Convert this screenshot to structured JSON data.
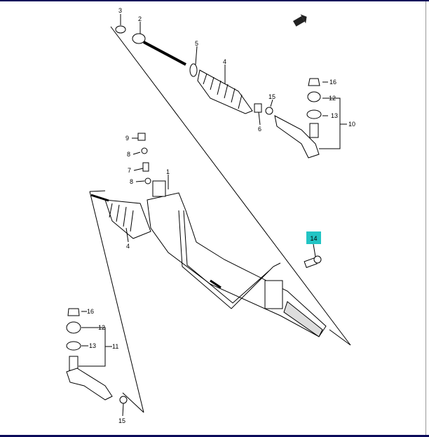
{
  "diagram": {
    "title": "Steering gear rack assembly",
    "highlight_color": "#22c4c4",
    "callouts": [
      {
        "id": "c3a",
        "label": "3"
      },
      {
        "id": "c2a",
        "label": "2"
      },
      {
        "id": "c5",
        "label": "5"
      },
      {
        "id": "c4a",
        "label": "4"
      },
      {
        "id": "c15a",
        "label": "15"
      },
      {
        "id": "c6",
        "label": "6"
      },
      {
        "id": "c16a",
        "label": "16"
      },
      {
        "id": "c12a",
        "label": "12"
      },
      {
        "id": "c13a",
        "label": "13"
      },
      {
        "id": "c10",
        "label": "10"
      },
      {
        "id": "c9",
        "label": "9"
      },
      {
        "id": "c8a",
        "label": "8"
      },
      {
        "id": "c7",
        "label": "7"
      },
      {
        "id": "c8b",
        "label": "8"
      },
      {
        "id": "c1",
        "label": "1"
      },
      {
        "id": "c4b",
        "label": "4"
      },
      {
        "id": "c16b",
        "label": "16"
      },
      {
        "id": "c12b",
        "label": "12"
      },
      {
        "id": "c13b",
        "label": "13"
      },
      {
        "id": "c11",
        "label": "11"
      },
      {
        "id": "c15b",
        "label": "15"
      }
    ],
    "highlighted_callout": "14",
    "front_icon": "front-arrow-icon"
  }
}
